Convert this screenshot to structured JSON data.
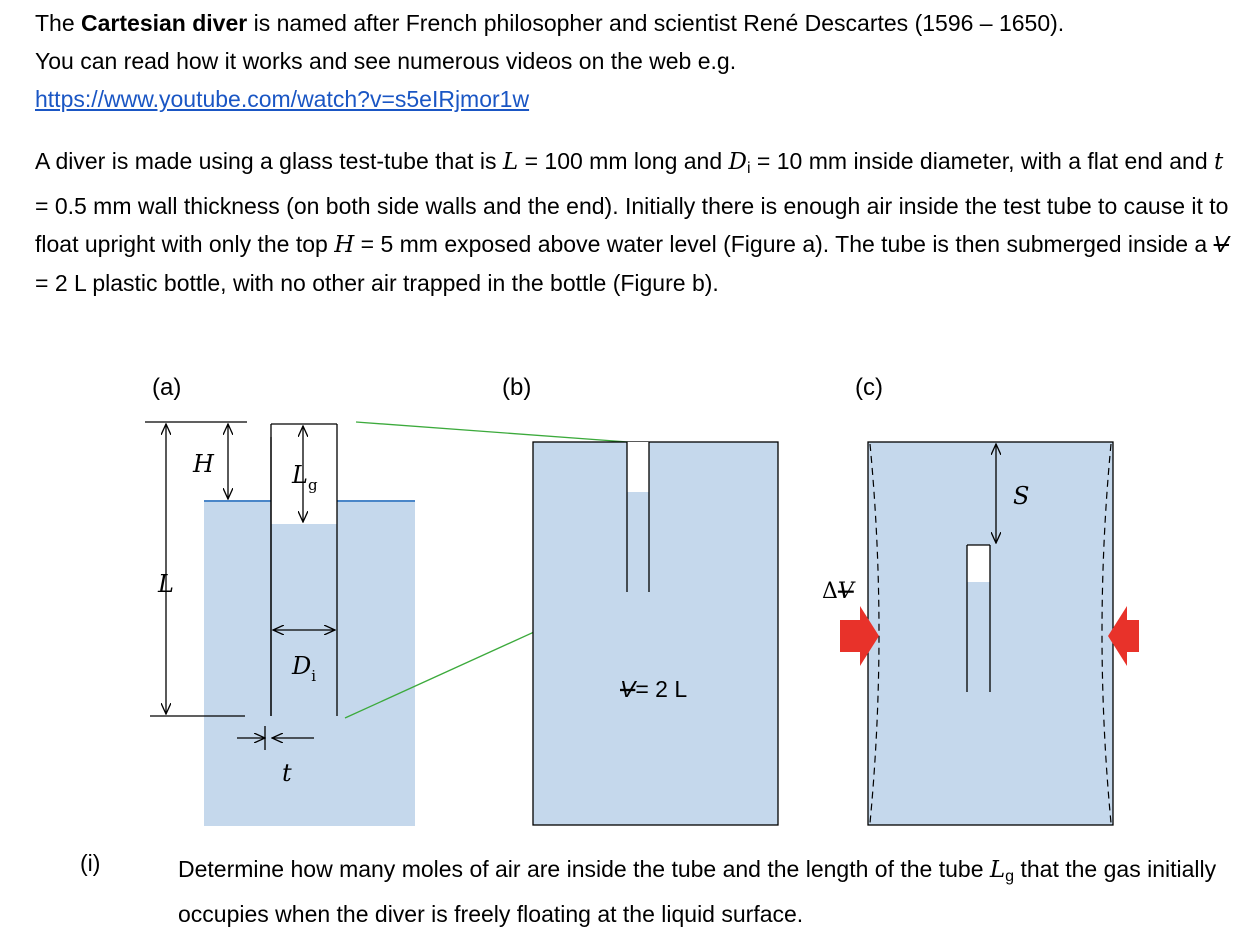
{
  "para1": {
    "the": "The ",
    "term": "Cartesian diver",
    "rest": " is named after French philosopher and scientist René Descartes (1596 – 1650).",
    "line2": "You can read how it works and see numerous videos on the web e.g.",
    "url": "https://www.youtube.com/watch?v=s5eIRjmor1w"
  },
  "para2": {
    "s1": "A diver is made using a glass test-tube that is ",
    "L": "L",
    "s2": " = 100 mm long and ",
    "D": "D",
    "Dsub": "i",
    "s3": " = 10 mm inside diameter, with a flat end and ",
    "t": "t",
    "s4": " = 0.5 mm wall thickness (on both side walls and the end). Initially there is enough air inside the test tube to cause it to float upright with only the top ",
    "H": "H",
    "s5": " = 5 mm exposed above water level (Figure a). The tube is then submerged inside a ",
    "V": "V",
    "s6": " = 2 L plastic bottle, with no other air trapped in the bottle (Figure b)."
  },
  "figure": {
    "label_a": "(a)",
    "label_b": "(b)",
    "label_c": "(c)",
    "H": "H",
    "L": "L",
    "Lg": "L",
    "Lg_sub": "g",
    "D": "D",
    "D_sub": "i",
    "t": "t",
    "volume_symbol": "V",
    "volume_label": "= 2 L",
    "delta": "Δ",
    "S": "S",
    "colors": {
      "water": "#c5d8ec",
      "surface": "#4a86c8",
      "zoom_line": "#3caa3c",
      "arrow": "#e8322a"
    }
  },
  "question": {
    "number": "(i)",
    "s1": "Determine how many moles of air are inside the tube and the length of the tube ",
    "Lg": "L",
    "Lg_sub": "g",
    "s2": " that the gas initially occupies when the diver is freely floating at the liquid surface."
  }
}
